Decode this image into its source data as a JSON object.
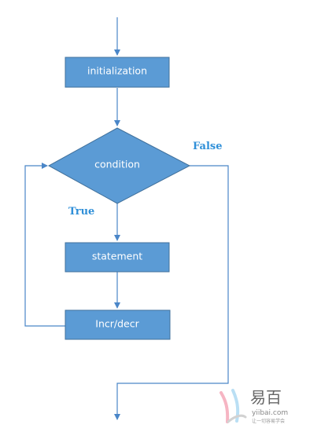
{
  "diagram": {
    "nodes": {
      "initialization": "initialization",
      "condition": "condition",
      "statement": "statement",
      "update": "Incr/decr"
    },
    "branches": {
      "true_label": "True",
      "false_label": "False"
    },
    "colors": {
      "box_fill": "#5b9bd5",
      "box_border": "#41719c",
      "edge": "#4a86c8",
      "branch_text": "#2f8fd8"
    }
  },
  "watermark": {
    "name_cn": "易百",
    "site": "yiibai.com",
    "tagline": "让一切容易学会"
  }
}
